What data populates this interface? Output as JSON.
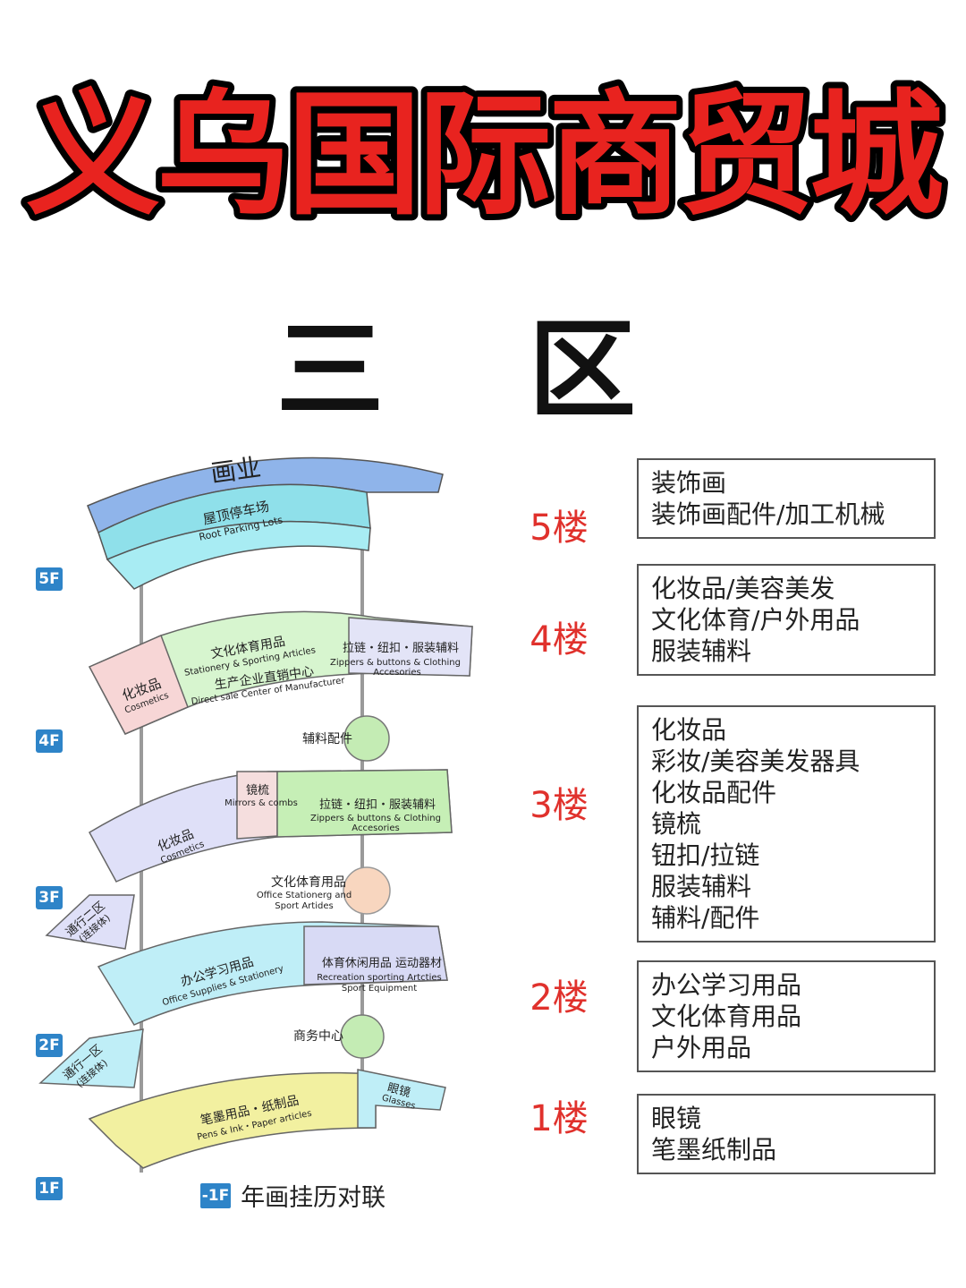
{
  "title": "义乌国际商贸城",
  "subtitle": "三 区",
  "floors": [
    {
      "label": "5楼",
      "items": [
        "装饰画",
        "装饰画配件/加工机械"
      ]
    },
    {
      "label": "4楼",
      "items": [
        "化妆品/美容美发",
        "文化体育/户外用品",
        "服装辅料"
      ]
    },
    {
      "label": "3楼",
      "items": [
        "化妆品",
        "彩妆/美容美发器具",
        "化妆品配件",
        "镜梳",
        "钮扣/拉链",
        "服装辅料",
        "辅料/配件"
      ]
    },
    {
      "label": "2楼",
      "items": [
        "办公学习用品",
        "文化体育用品",
        "户外用品"
      ]
    },
    {
      "label": "1楼",
      "items": [
        "眼镜",
        "笔墨纸制品"
      ]
    }
  ],
  "floor_badges": [
    "5F",
    "4F",
    "3F",
    "2F",
    "1F"
  ],
  "basement": {
    "badge": "-1F",
    "text": "年画挂历对联"
  },
  "map": {
    "f5_top": "画业",
    "f5_parking_cn": "屋顶停车场",
    "f5_parking_en": "Root Parking Lots",
    "f4_sport_cn": "文化体育用品",
    "f4_sport_en": "Stationery & Sporting Articles",
    "f4_direct_cn": "生产企业直销中心",
    "f4_direct_en": "Direct sale Center of Manufacturer",
    "f4_cos_cn": "化妆品",
    "f4_cos_en": "Cosmetics",
    "f4_zip_cn": "拉链・纽扣・服装辅料",
    "f4_zip_en1": "Zippers & buttons & Clothing",
    "f4_zip_en2": "Accesories",
    "f4_acc": "辅料配件",
    "f3_mirror_cn": "镜梳",
    "f3_mirror_en": "Mirrors & combs",
    "f3_zip_cn": "拉链・纽扣・服装辅料",
    "f3_zip_en1": "Zippers & buttons & Clothing",
    "f3_zip_en2": "Accesories",
    "f3_cos_cn": "化妆品",
    "f3_cos_en": "Cosmetics",
    "f3_sport_cn": "文化体育用品",
    "f3_sport_en1": "Office Stationerg and",
    "f3_sport_en2": "Sport Artides",
    "f3_pass_cn": "通行二区",
    "f3_pass_sub": "(连接体)",
    "f2_office_cn": "办公学习用品",
    "f2_office_en": "Office Supplies & Stationery",
    "f2_rec_cn": "体育休闲用品 运动器材",
    "f2_rec_en1": "Recreation sporting Artcties",
    "f2_rec_en2": "Sport Equipment",
    "f2_biz": "商务中心",
    "f2_pass_cn": "通行一区",
    "f2_pass_sub": "(连接体)",
    "f1_pen_cn": "笔墨用品・纸制品",
    "f1_pen_en": "Pens & Ink・Paper articles",
    "f1_glass_cn": "眼镜",
    "f1_glass_en": "Glasses"
  },
  "colors": {
    "title_fill": "#e8231f",
    "accent_red": "#e0312c",
    "badge_blue": "#2e84c8"
  }
}
